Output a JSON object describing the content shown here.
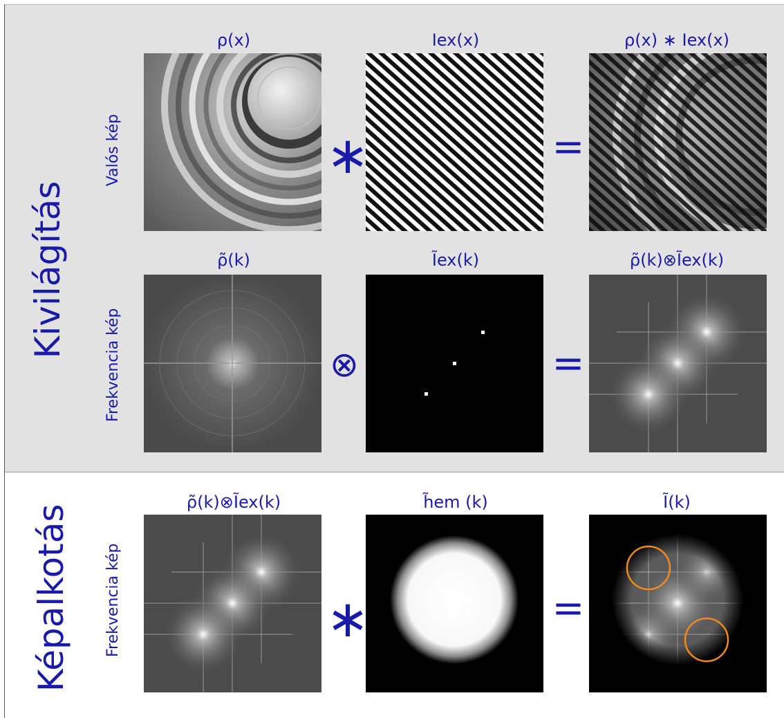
{
  "sections": {
    "illumination": "Kivilágítás",
    "imaging": "Képalkotás"
  },
  "rows": {
    "real": "Valós kép",
    "frequency": "Frekvencia kép",
    "frequency_bottom": "Frekvencia kép"
  },
  "labels": {
    "rho_x": "ρ(x)",
    "iex_x": "Iex(x)",
    "product": "ρ(x) ∗ Iex(x)",
    "rho_k": "ρ̃(k)",
    "iex_k": "Ĩex(k)",
    "conv_k": "ρ̃(k)⊗Ĩex(k)",
    "conv_k_bottom": "ρ̃(k)⊗Ĩex(k)",
    "hem_k": "h̃em (k)",
    "i_k": "Ĩ(k)"
  },
  "operators": {
    "multiply_top": "∗",
    "equals_top": "=",
    "convolve": "⊗",
    "equals_mid": "=",
    "multiply_bottom": "∗",
    "equals_bottom": "="
  },
  "colors": {
    "text": "#1a1aa8",
    "highlight_circle": "#f08a1c"
  }
}
